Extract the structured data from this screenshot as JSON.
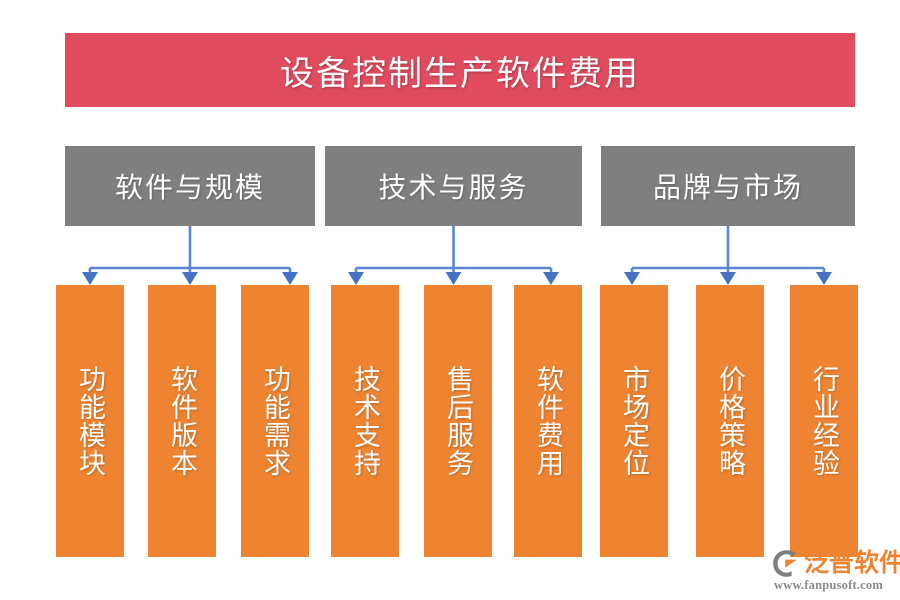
{
  "diagram": {
    "type": "hierarchy-tree",
    "title": {
      "label": "设备控制生产软件费用",
      "color": "#E04B5E",
      "text_color": "#FFFFFF"
    },
    "categories": [
      {
        "label": "软件与规模",
        "color": "#7F7F7F",
        "items": [
          {
            "label": "功能模块"
          },
          {
            "label": "软件版本"
          },
          {
            "label": "功能需求"
          }
        ]
      },
      {
        "label": "技术与服务",
        "color": "#7F7F7F",
        "items": [
          {
            "label": "技术支持"
          },
          {
            "label": "售后服务"
          },
          {
            "label": "软件费用"
          }
        ]
      },
      {
        "label": "品牌与市场",
        "color": "#7F7F7F",
        "items": [
          {
            "label": "市场定位"
          },
          {
            "label": "价格策略"
          },
          {
            "label": "行业经验"
          }
        ]
      }
    ],
    "leaf_color": "#EE8432",
    "connector_color": "#5B86D4"
  },
  "watermark": {
    "brand": "泛普软件",
    "url": "www.fanpusoft.com",
    "brand_color": "#EE8432",
    "url_color": "#8A8A8A",
    "mark_color": "#7F7F7F"
  }
}
